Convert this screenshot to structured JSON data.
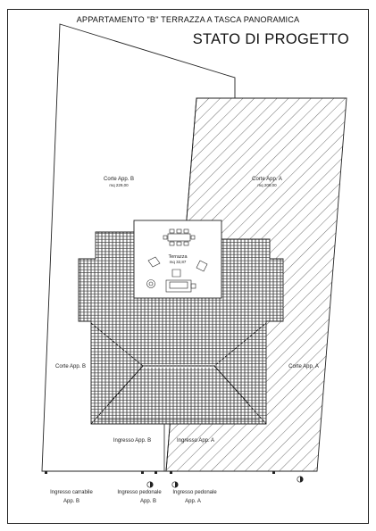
{
  "title": {
    "line1": "APPARTAMENTO \"B\" TERRAZZA A TASCA PANORAMICA",
    "line2": "STATO DI PROGETTO"
  },
  "labels": {
    "corte_b_top": "Corte App. B",
    "corte_b_top_area": "mq 229,00",
    "corte_a_top": "Corte App. A",
    "corte_a_top_area": "mq 200,00",
    "terrazza": "Terrazza",
    "terrazza_area": "mq 32,87",
    "corte_b_mid": "Corte App. B",
    "corte_a_mid": "Corte App. A",
    "ingresso_b": "Ingresso App. B",
    "ingresso_a": "Ingresso App. A",
    "ingresso_carrabile_1": "Ingresso carrabile",
    "ingresso_carrabile_2": "App. B",
    "ingresso_pedonale_b_1": "Ingresso pedonale",
    "ingresso_pedonale_b_2": "App. B",
    "ingresso_pedonale_a_1": "Ingresso pedonale",
    "ingresso_pedonale_a_2": "App. A"
  },
  "colors": {
    "line": "#222222",
    "roof": "#3a3a3a",
    "background": "#ffffff"
  }
}
